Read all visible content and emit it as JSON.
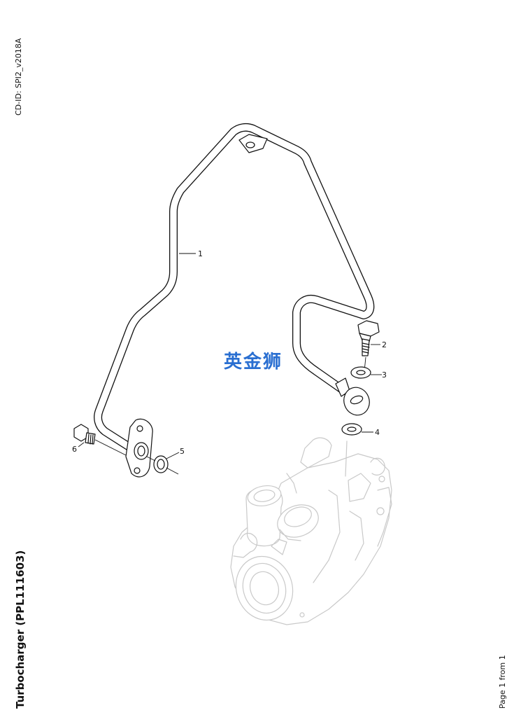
{
  "document": {
    "cd_id": "CD-ID: SPI2_v2018A",
    "title": "Turbocharger (PPL111603)",
    "page": "Page 1 from 1"
  },
  "watermark": {
    "text": "英金狮",
    "color": "#2a6fd1"
  },
  "parts": [
    {
      "number": "1",
      "depiction": "oil-feed-pipe"
    },
    {
      "number": "2",
      "depiction": "banjo-bolt"
    },
    {
      "number": "3",
      "depiction": "sealing-washer"
    },
    {
      "number": "4",
      "depiction": "sealing-washer"
    },
    {
      "number": "5",
      "depiction": "o-ring"
    },
    {
      "number": "6",
      "depiction": "flange-bolt"
    }
  ]
}
